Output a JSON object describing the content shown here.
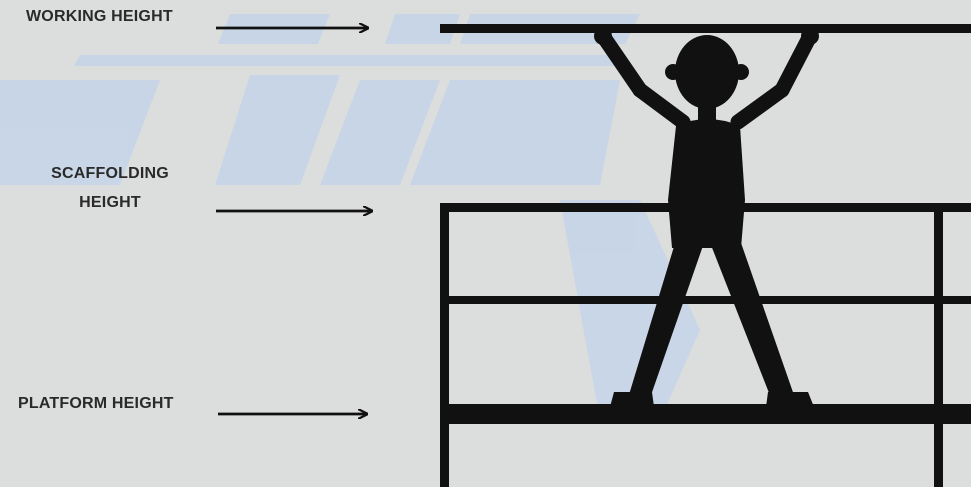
{
  "labels": {
    "working_height": "WORKING HEIGHT",
    "scaffolding_height_line1": "SCAFFOLDING",
    "scaffolding_height_line2": "HEIGHT",
    "platform_height": "PLATFORM HEIGHT"
  },
  "colors": {
    "background": "#dcdddd",
    "watermark": "#c2d3ea",
    "ink": "#111111",
    "label_text": "#2a2a2a"
  },
  "icons": {
    "figure": "person-silhouette-icon",
    "arrow": "arrow-right-icon"
  }
}
